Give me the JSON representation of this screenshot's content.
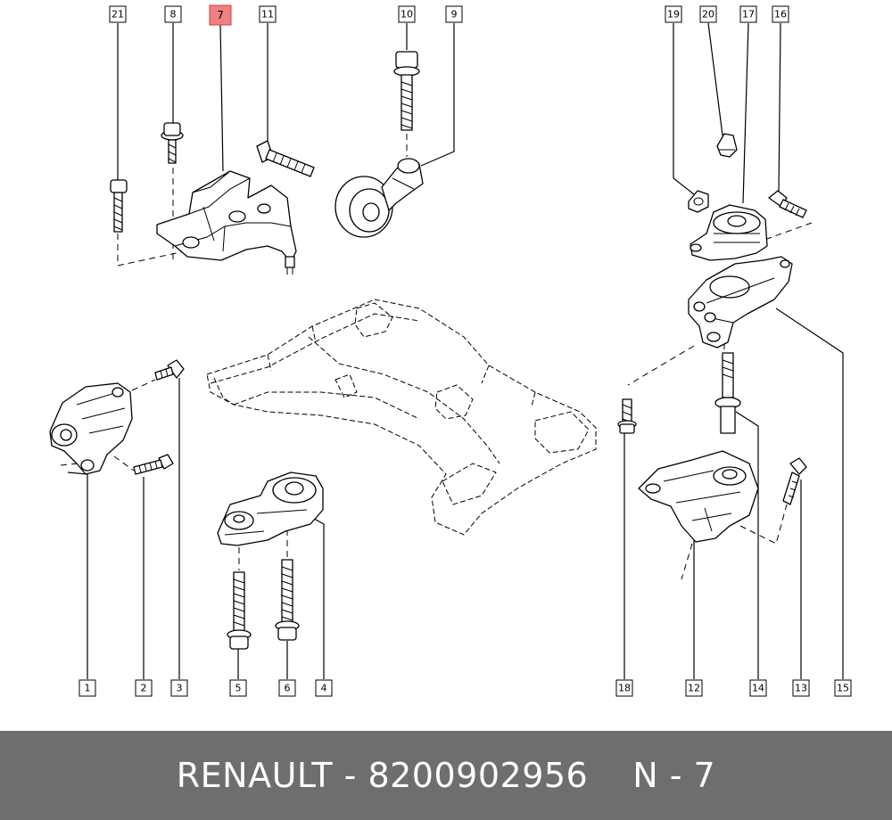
{
  "callouts": [
    {
      "id": "21",
      "label": "21",
      "highlight": false
    },
    {
      "id": "8",
      "label": "8",
      "highlight": false
    },
    {
      "id": "7",
      "label": "7",
      "highlight": true
    },
    {
      "id": "11",
      "label": "11",
      "highlight": false
    },
    {
      "id": "10",
      "label": "10",
      "highlight": false
    },
    {
      "id": "9",
      "label": "9",
      "highlight": false
    },
    {
      "id": "19",
      "label": "19",
      "highlight": false
    },
    {
      "id": "20",
      "label": "20",
      "highlight": false
    },
    {
      "id": "17",
      "label": "17",
      "highlight": false
    },
    {
      "id": "16",
      "label": "16",
      "highlight": false
    },
    {
      "id": "1",
      "label": "1",
      "highlight": false
    },
    {
      "id": "2",
      "label": "2",
      "highlight": false
    },
    {
      "id": "3",
      "label": "3",
      "highlight": false
    },
    {
      "id": "5",
      "label": "5",
      "highlight": false
    },
    {
      "id": "6",
      "label": "6",
      "highlight": false
    },
    {
      "id": "4",
      "label": "4",
      "highlight": false
    },
    {
      "id": "18",
      "label": "18",
      "highlight": false
    },
    {
      "id": "12",
      "label": "12",
      "highlight": false
    },
    {
      "id": "14",
      "label": "14",
      "highlight": false
    },
    {
      "id": "13",
      "label": "13",
      "highlight": false
    },
    {
      "id": "15",
      "label": "15",
      "highlight": false
    }
  ],
  "footer": {
    "brand": "RENAULT",
    "separator": " - ",
    "part_number": "8200902956",
    "position_label": "N - 7"
  },
  "colors": {
    "highlight_fill": "#f08080",
    "footer_background": "#6e6e6e",
    "footer_text": "#ffffff"
  }
}
